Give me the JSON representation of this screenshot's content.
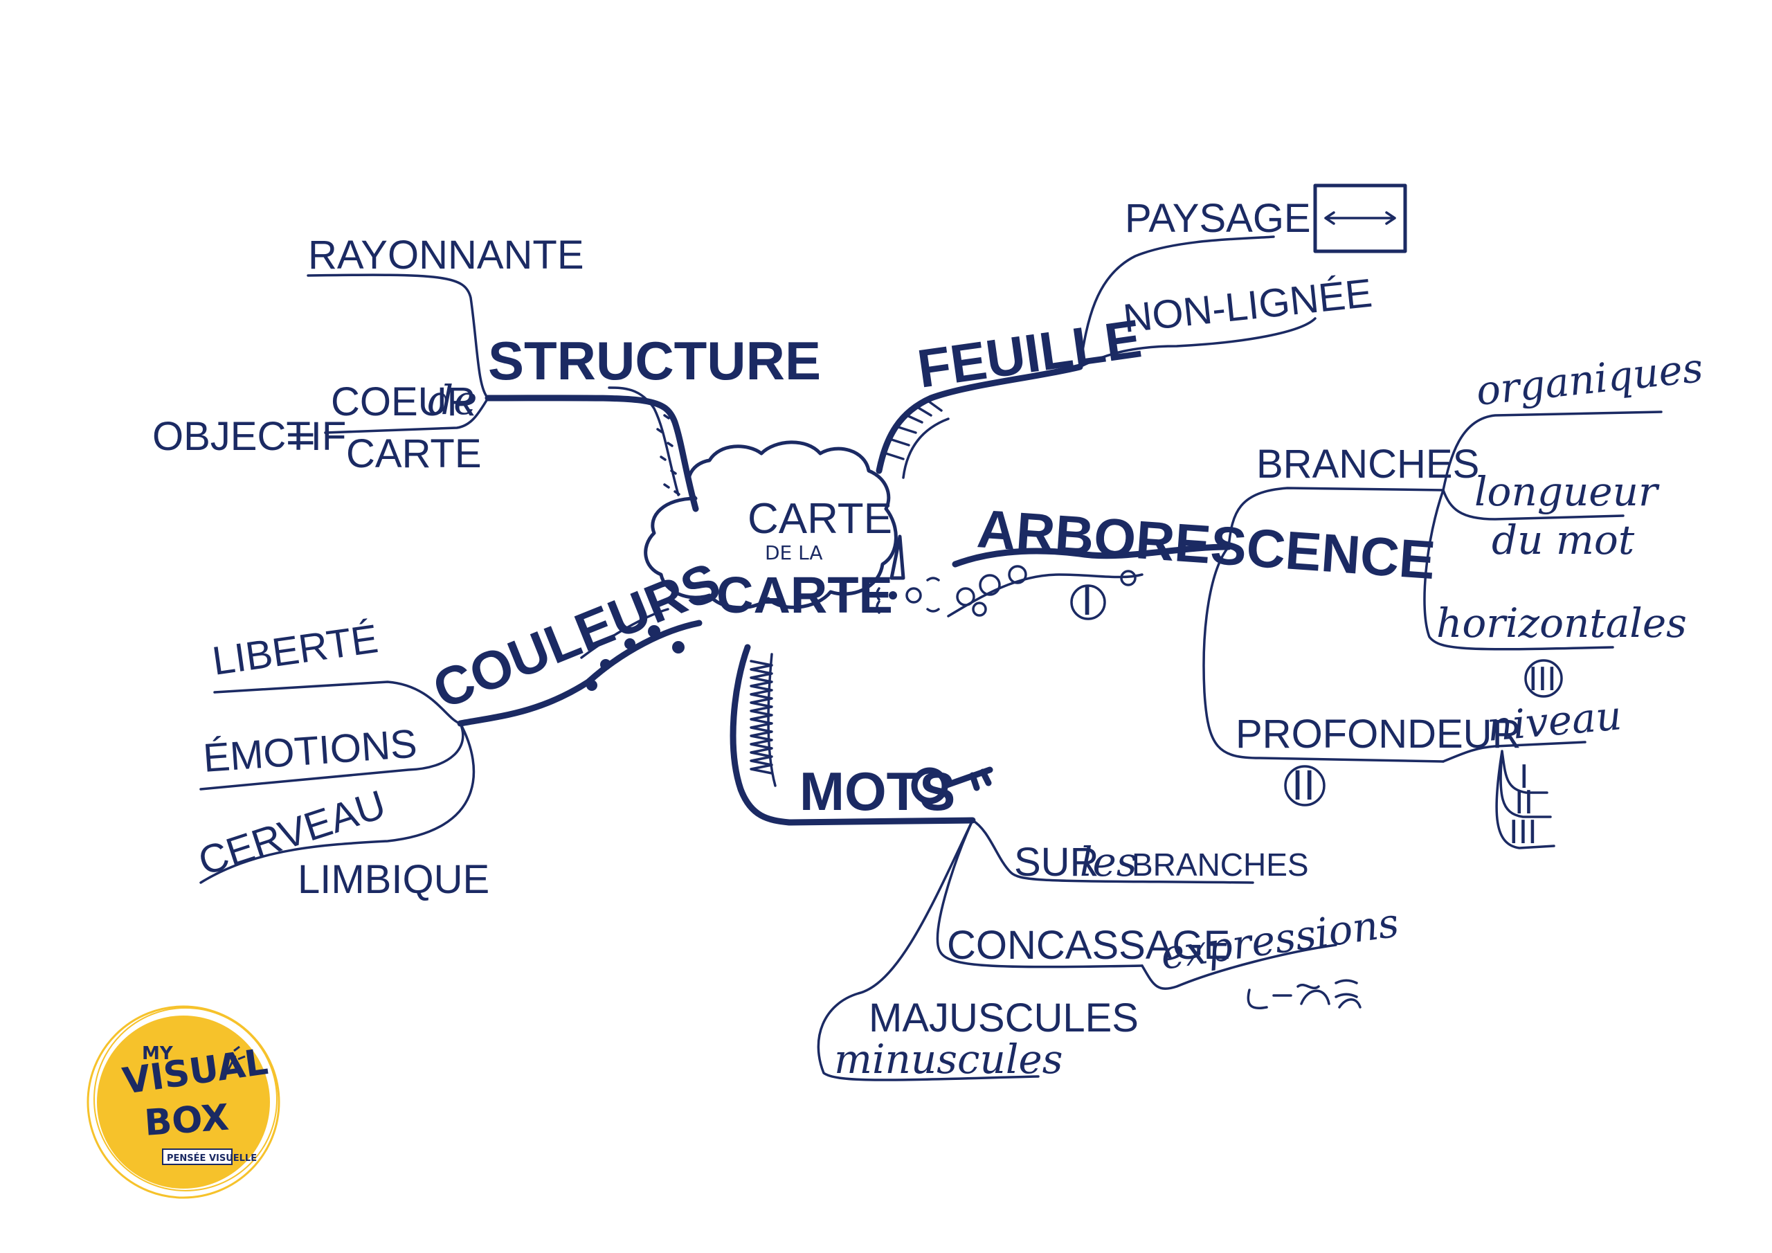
{
  "center": {
    "line1": "CARTE",
    "line2": "DE LA",
    "line3": "CARTE"
  },
  "structure": {
    "label": "STRUCTURE",
    "rayonnante": "RAYONNANTE",
    "objectif": "OBJECTIF",
    "equals": "=",
    "coeur": "COEUR",
    "de": "de",
    "carte": "CARTE"
  },
  "couleurs": {
    "label": "COULEURS",
    "liberte": "LIBERTÉ",
    "emotions": "ÉMOTIONS",
    "cerveau": "CERVEAU",
    "limbique": "LIMBIQUE"
  },
  "feuille": {
    "label": "FEUILLE",
    "paysage": "PAYSAGE",
    "non_lignee": "NON-LIGNÉE"
  },
  "arborescence": {
    "label": "ARBORESCENCE",
    "numeral": "I",
    "branches": "BRANCHES",
    "organiques": "organiques",
    "longueur": "longueur",
    "du_mot": "du mot",
    "horizontales": "horizontales",
    "horizontales_numeral": "III",
    "profondeur": "PROFONDEUR",
    "profondeur_numeral": "II",
    "niveau": "niveau",
    "levels": [
      "I",
      "II",
      "III"
    ]
  },
  "mots": {
    "label": "MOTS",
    "sur_les_branches_1": "SUR",
    "sur_les_branches_2": "les",
    "sur_les_branches_3": "BRANCHES",
    "concassage": "CONCASSAGE",
    "expressions": "expressions",
    "majuscules": "MAJUSCULES",
    "minuscules": "minuscules"
  },
  "logo": {
    "line1": "MY",
    "line2": "VISUAL",
    "line3": "BOX",
    "tagline": "PENSÉE VISUELLE",
    "color": "#f6c22b"
  },
  "colors": {
    "ink": "#1b2a63",
    "logo": "#f6c22b"
  }
}
